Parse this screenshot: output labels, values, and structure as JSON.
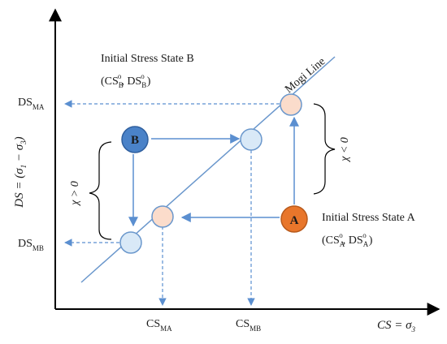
{
  "diagram": {
    "y_axis_title": "DS = (σ1 − σ3)",
    "x_axis_title": "CS = σ3",
    "mogi_line_label": "Mogi Line",
    "state_b": {
      "title": "Initial Stress State B",
      "notation": "(CS°B, DS°B)",
      "node_letter": "B"
    },
    "state_a": {
      "title": "Initial Stress State A",
      "notation": "(CS°A, DS°A)",
      "node_letter": "A"
    },
    "chi_positive": "χ > 0",
    "chi_negative": "χ < 0",
    "axis_ticks": {
      "ds_ma": "DSMA",
      "ds_mb": "DSMB",
      "cs_ma": "CSMA",
      "cs_mb": "CSMB"
    },
    "colors": {
      "state_a_fill": "#e8762b",
      "state_b_fill": "#4a82c8",
      "on_line_peach": "#fbdccb",
      "on_line_blue": "#d9e9f7",
      "node_outline": "#6a97cc",
      "arrow": "#5b8fd0",
      "axis": "#000000"
    }
  }
}
